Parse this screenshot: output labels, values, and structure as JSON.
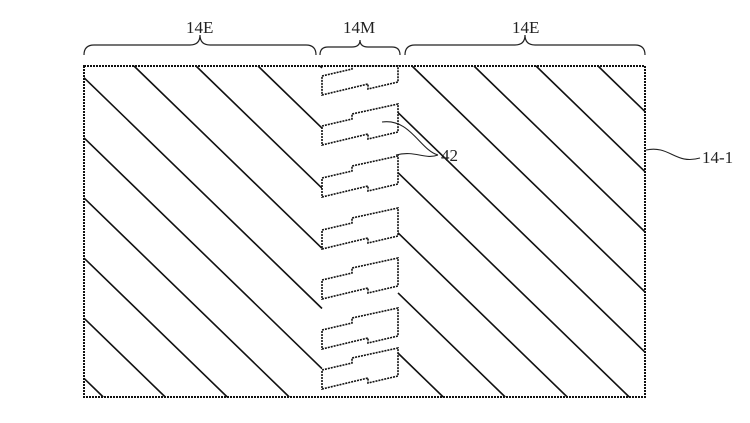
{
  "labels": {
    "left_region": "14E",
    "middle_region": "14M",
    "right_region": "14E",
    "feature": "42",
    "panel": "14-1"
  },
  "colors": {
    "line": "#111111",
    "background": "#ffffff"
  }
}
